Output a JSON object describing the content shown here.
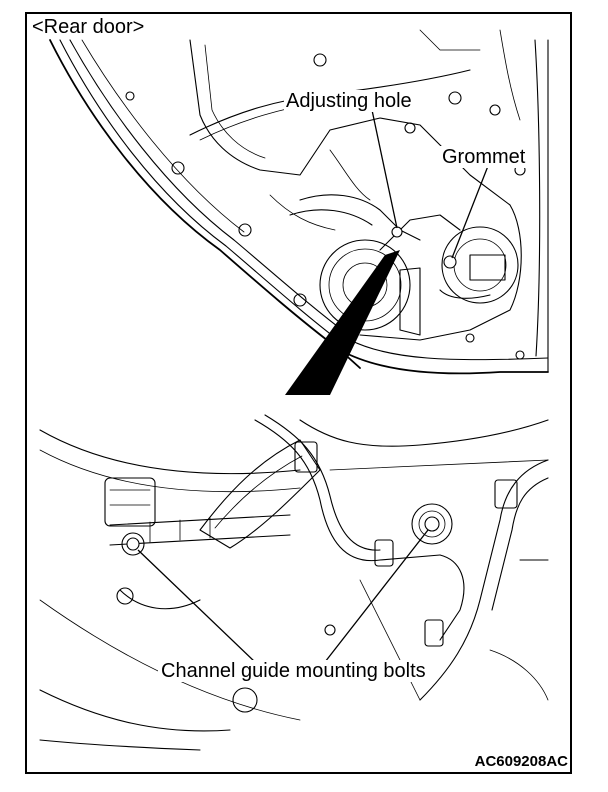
{
  "figure": {
    "title": "<Rear door>",
    "callouts": {
      "adjusting_hole": "Adjusting hole",
      "grommet": "Grommet",
      "channel_guide_bolts": "Channel guide mounting bolts"
    },
    "figure_code": "AC609208AC"
  },
  "colors": {
    "line": "#000000",
    "background": "#ffffff"
  }
}
